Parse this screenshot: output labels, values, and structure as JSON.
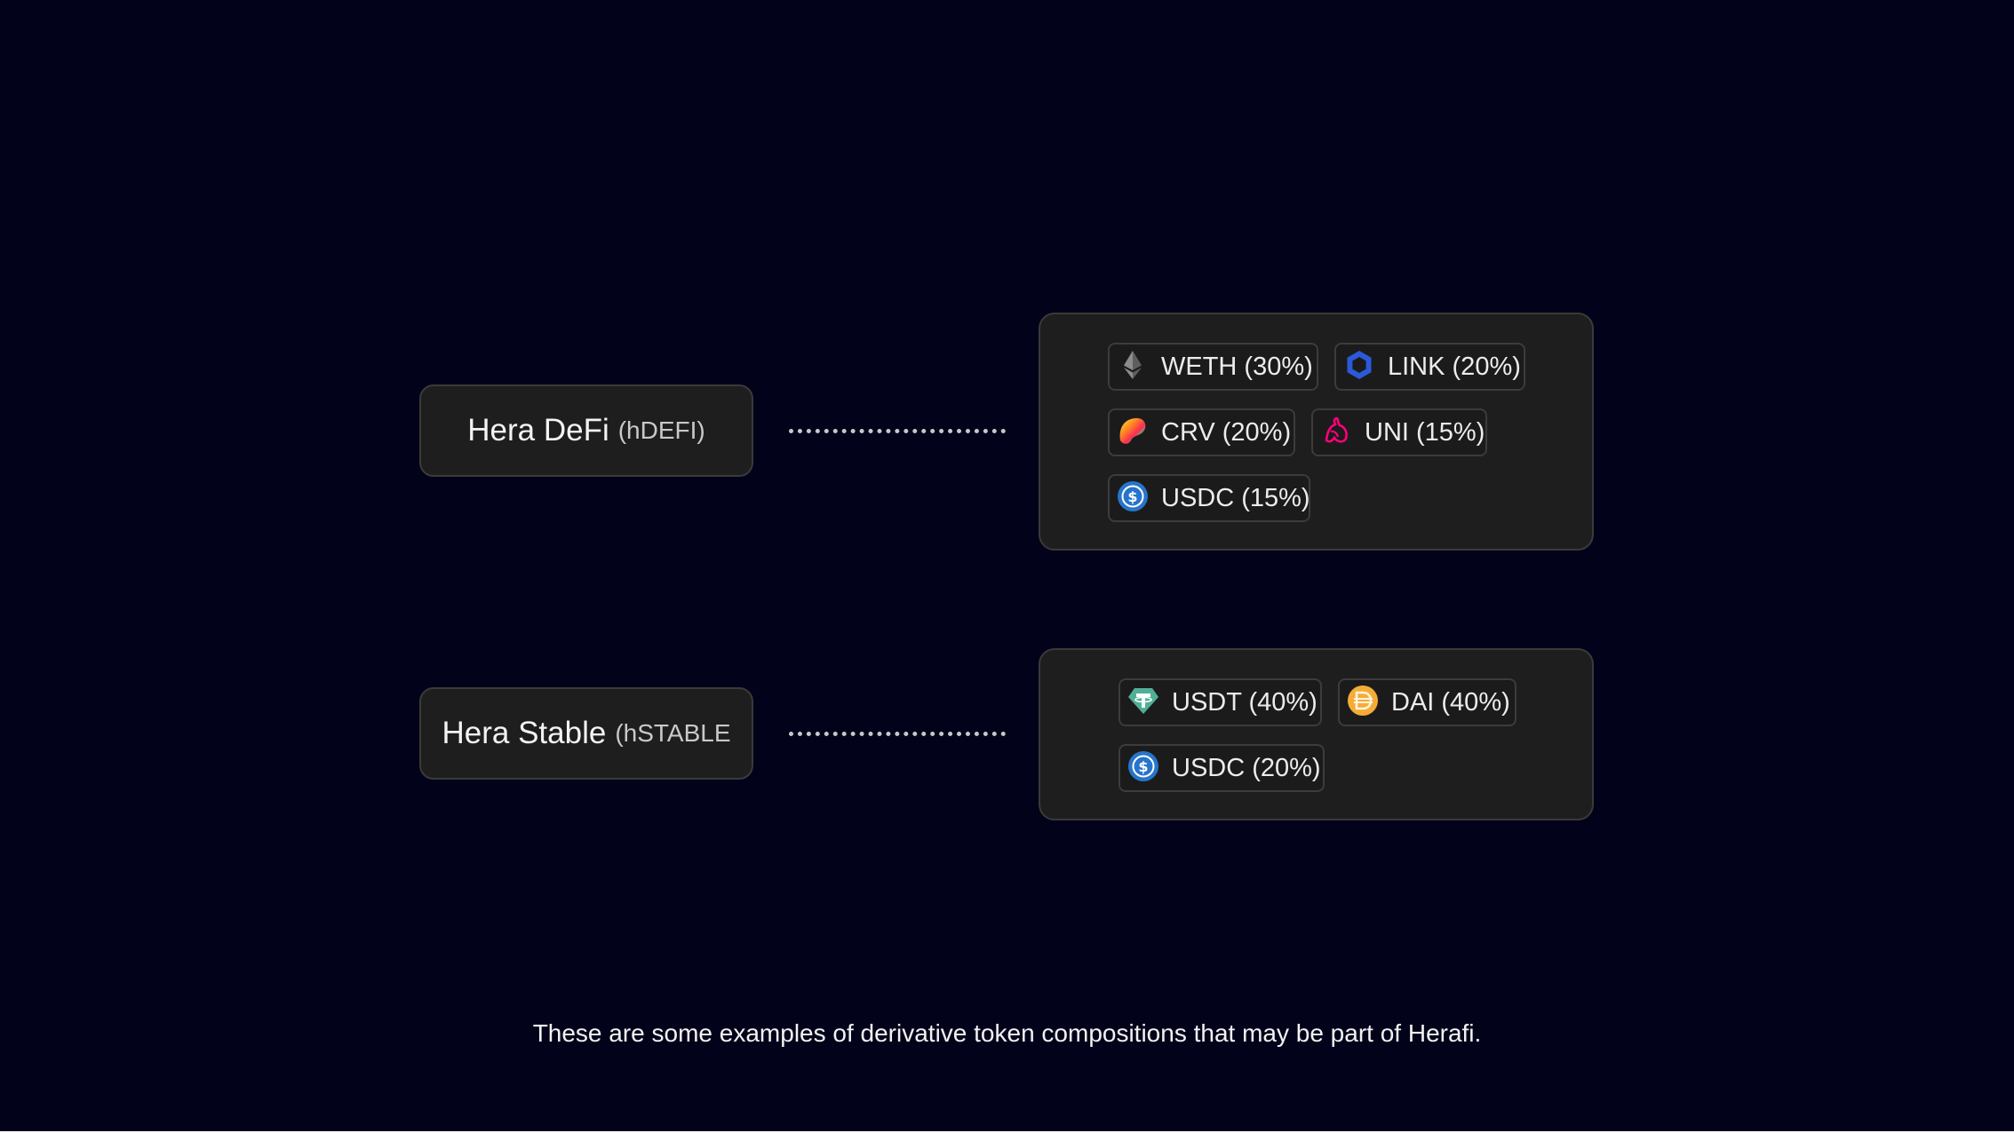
{
  "indexes": [
    {
      "name": "Hera DeFi",
      "ticker": "(hDEFI)",
      "tokens": [
        {
          "label": "WETH (30%)",
          "icon": "weth-icon"
        },
        {
          "label": "LINK (20%)",
          "icon": "link-icon"
        },
        {
          "label": "CRV (20%)",
          "icon": "crv-icon"
        },
        {
          "label": "UNI (15%)",
          "icon": "uni-icon"
        },
        {
          "label": "USDC (15%)",
          "icon": "usdc-icon"
        }
      ]
    },
    {
      "name": "Hera Stable",
      "ticker": "(hSTABLE",
      "tokens": [
        {
          "label": "USDT (40%)",
          "icon": "usdt-icon"
        },
        {
          "label": "DAI (40%)",
          "icon": "dai-icon"
        },
        {
          "label": "USDC (20%)",
          "icon": "usdc-icon"
        }
      ]
    }
  ],
  "caption": "These are some examples of derivative token compositions that may be part of Herafi.",
  "colors": {
    "background": "#02031a",
    "card": "#1e1e1e",
    "border": "#3a3a3a",
    "link_blue": "#2a5ada",
    "usdc_blue": "#2775ca",
    "usdt_green": "#50af95",
    "dai_orange": "#f5ac37",
    "uni_pink": "#ff007a"
  }
}
